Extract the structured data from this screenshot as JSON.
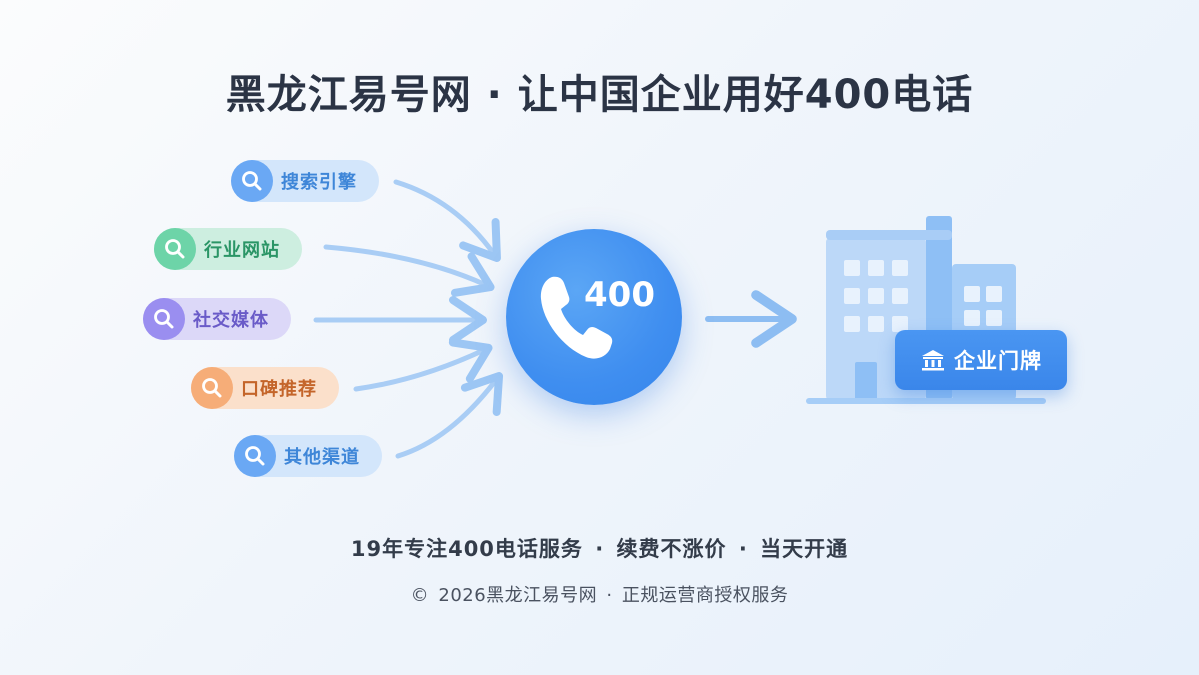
{
  "title": "黑龙江易号网 · 让中国企业用好400电话",
  "sources": [
    {
      "label": "搜索引擎",
      "icon": "search-icon",
      "color": "#3e86d8",
      "bg": "#d3e6fb",
      "circle": "#6aa8f4"
    },
    {
      "label": "行业网站",
      "icon": "search-icon",
      "color": "#2a9566",
      "bg": "#cdeee0",
      "circle": "#6dd4a8"
    },
    {
      "label": "社交媒体",
      "icon": "search-icon",
      "color": "#6a5bc8",
      "bg": "#dcd8f8",
      "circle": "#9a8ef0"
    },
    {
      "label": "口碑推荐",
      "icon": "search-icon",
      "color": "#c4652a",
      "bg": "#fbe0cb",
      "circle": "#f6ad78"
    },
    {
      "label": "其他渠道",
      "icon": "search-icon",
      "color": "#3e86d8",
      "bg": "#d3e6fb",
      "circle": "#6aa8f4"
    }
  ],
  "hub": {
    "number": "400",
    "icon": "phone-icon",
    "color": "#3f8ef0"
  },
  "destination": {
    "icon": "building-icon",
    "badge_icon": "bank-icon",
    "badge_label": "企业门牌"
  },
  "tagline": "19年专注400电话服务 · 续费不涨价 · 当天开通",
  "footer": "© 2026黑龙江易号网 · 正规运营商授权服务"
}
